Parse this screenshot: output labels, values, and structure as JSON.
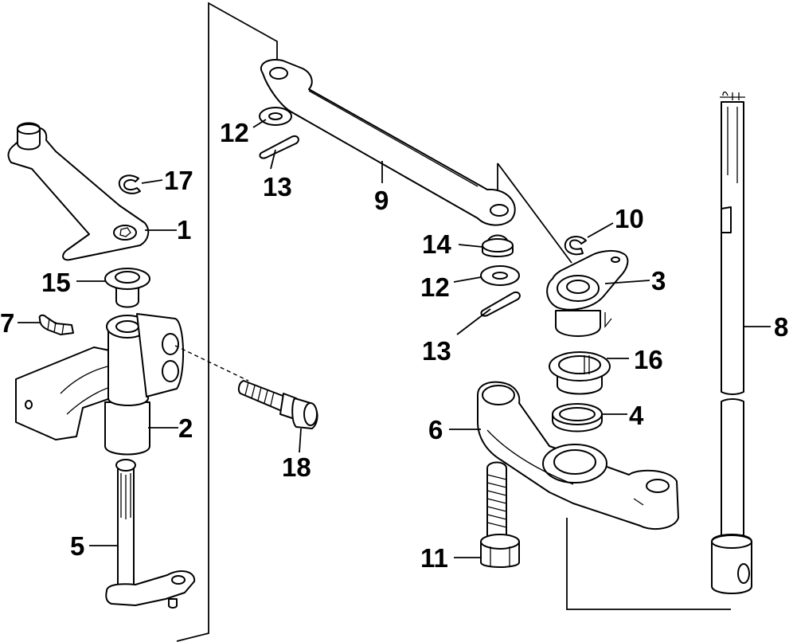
{
  "callouts": {
    "c1": "1",
    "c2": "2",
    "c3": "3",
    "c4": "4",
    "c5": "5",
    "c6": "6",
    "c7": "7",
    "c8": "8",
    "c9": "9",
    "c10": "10",
    "c11": "11",
    "c12a": "12",
    "c12b": "12",
    "c13a": "13",
    "c13b": "13",
    "c14": "14",
    "c15": "15",
    "c16": "16",
    "c17": "17",
    "c18": "18"
  },
  "colors": {
    "line": "#000000",
    "background": "#ffffff"
  }
}
